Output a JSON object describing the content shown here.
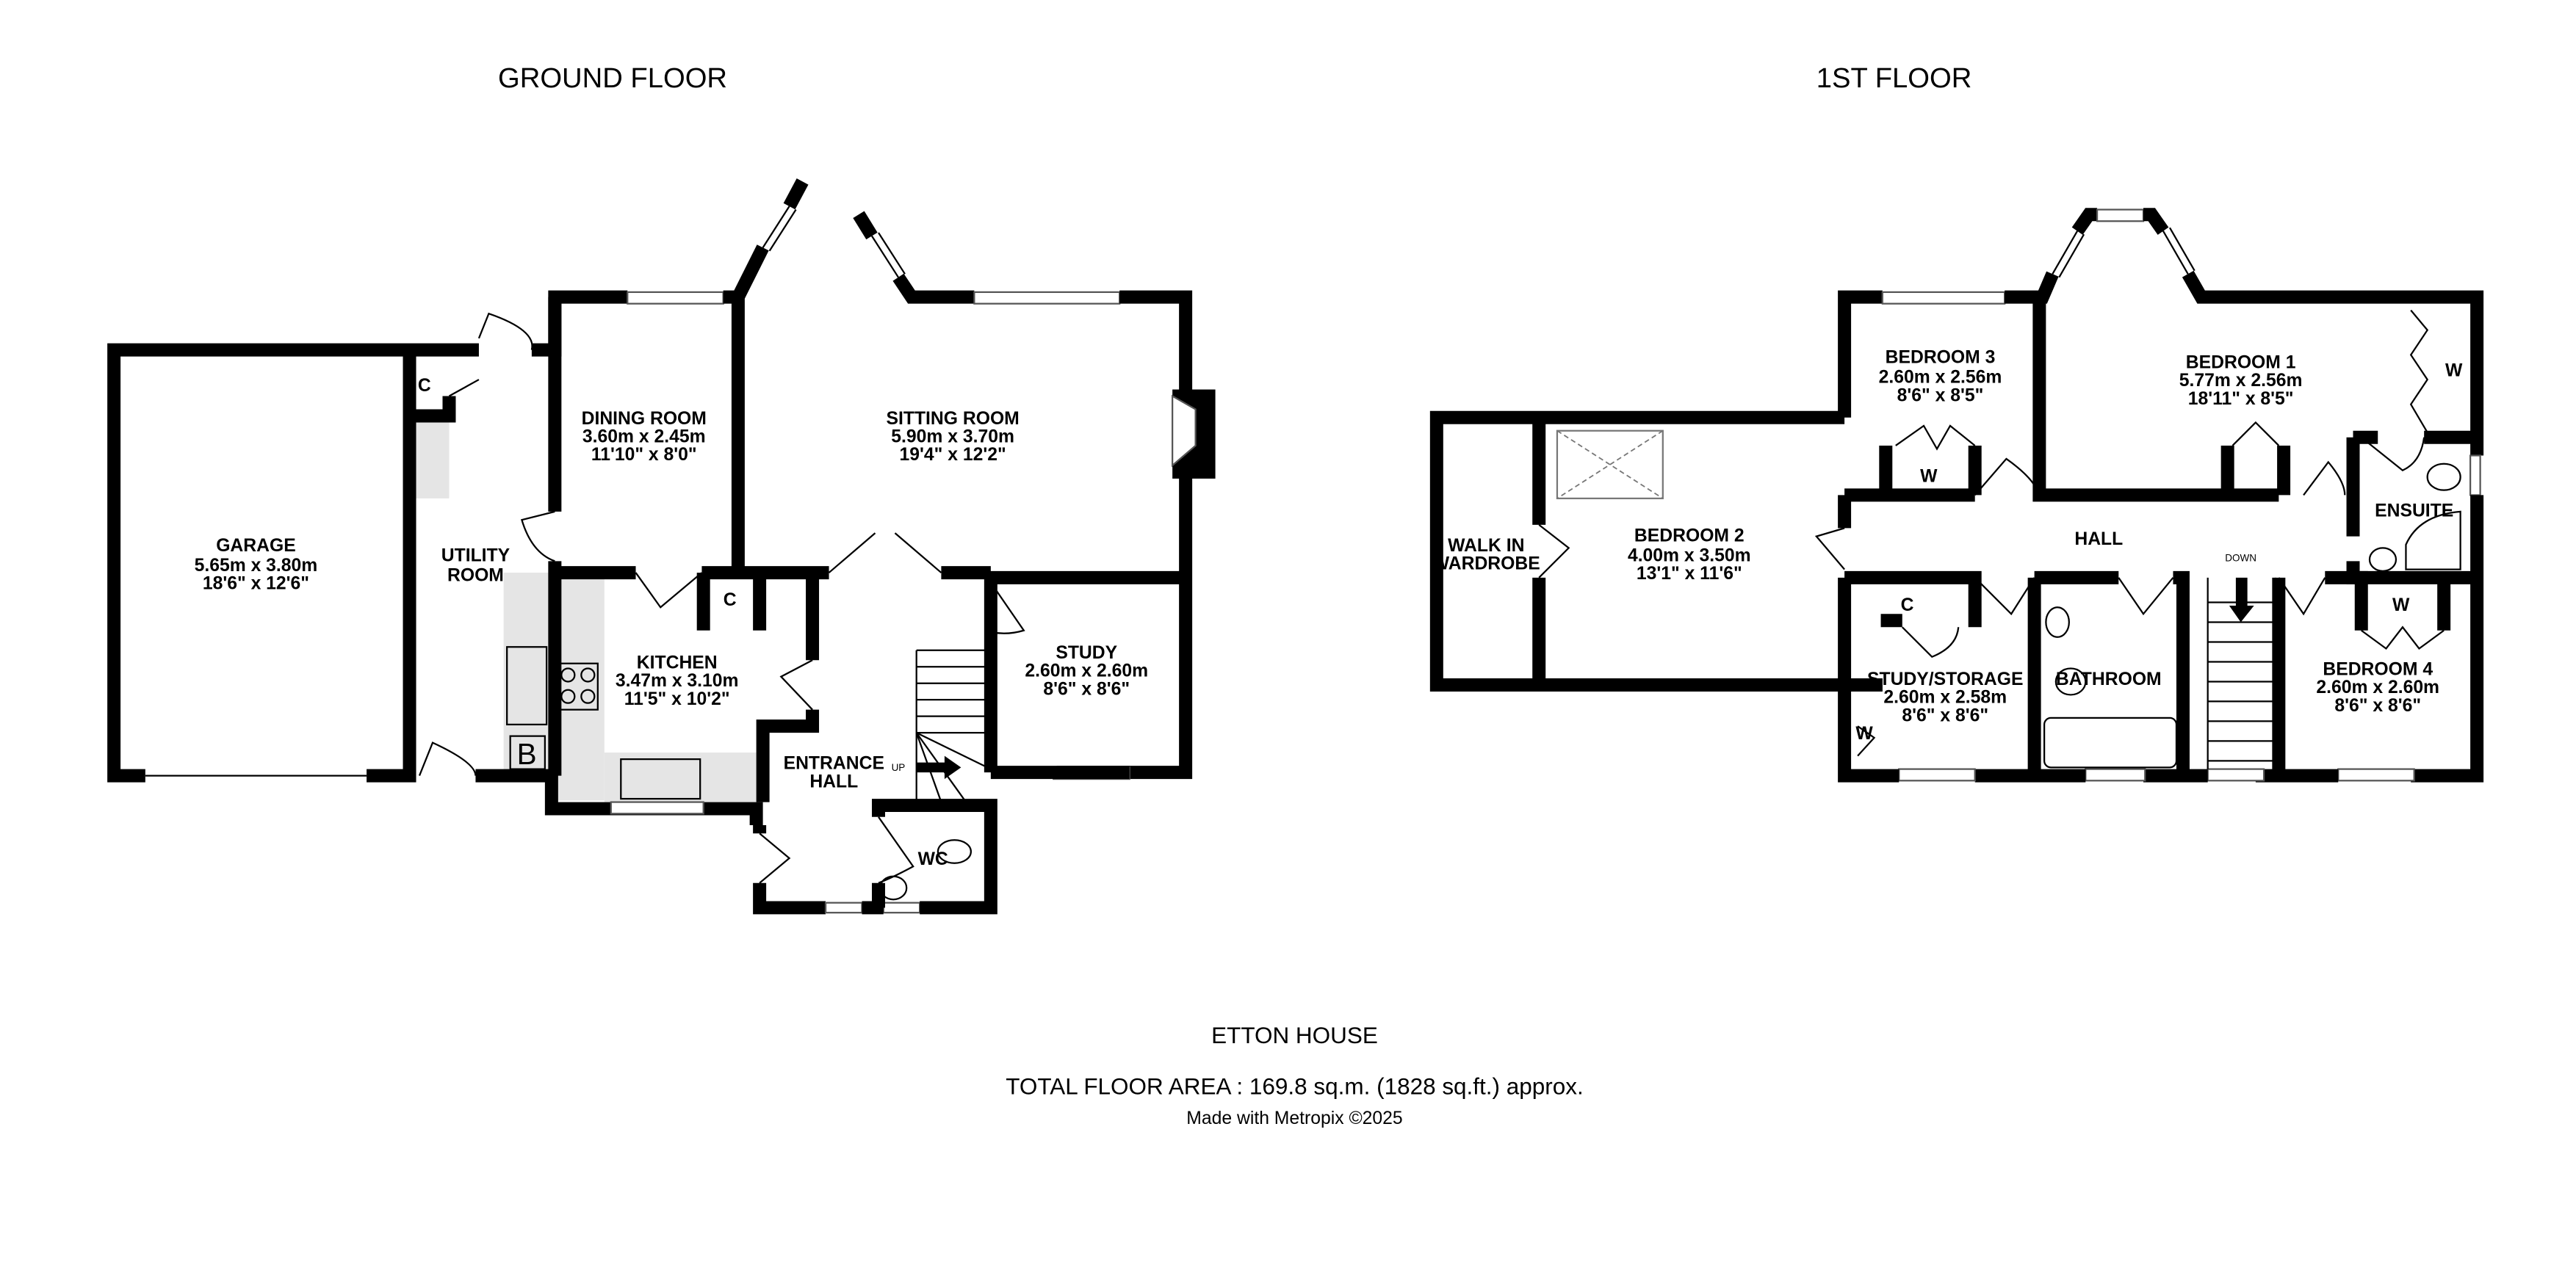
{
  "ground_floor": {
    "title": "GROUND FLOOR",
    "rooms": [
      {
        "name": "GARAGE",
        "metric": "5.65m  x 3.80m",
        "imperial": "18'6\"  x 12'6\""
      },
      {
        "name": "UTILITY",
        "name2": "ROOM"
      },
      {
        "name": "DINING ROOM",
        "metric": "3.60m  x 2.45m",
        "imperial": "11'10\"  x 8'0\""
      },
      {
        "name": "SITTING ROOM",
        "metric": "5.90m  x 3.70m",
        "imperial": "19'4\"  x 12'2\""
      },
      {
        "name": "KITCHEN",
        "metric": "3.47m  x 3.10m",
        "imperial": "11'5\"  x 10'2\""
      },
      {
        "name": "STUDY",
        "metric": "2.60m  x 2.60m",
        "imperial": "8'6\"  x 8'6\""
      },
      {
        "name": "ENTRANCE",
        "name2": "HALL"
      },
      {
        "name": "WC"
      }
    ],
    "markers": {
      "cupboard": "C",
      "boiler": "B",
      "stairs": "UP"
    }
  },
  "first_floor": {
    "title": "1ST FLOOR",
    "rooms": [
      {
        "name": "WALK IN",
        "name2": "WARDROBE"
      },
      {
        "name": "BEDROOM 2",
        "metric": "4.00m  x 3.50m",
        "imperial": "13'1\"  x 11'6\""
      },
      {
        "name": "BEDROOM 3",
        "metric": "2.60m  x 2.56m",
        "imperial": "8'6\"  x 8'5\""
      },
      {
        "name": "BEDROOM 1",
        "metric": "5.77m  x 2.56m",
        "imperial": "18'11\"  x 8'5\""
      },
      {
        "name": "ENSUITE"
      },
      {
        "name": "HALL"
      },
      {
        "name": "STUDY/STORAGE",
        "metric": "2.60m  x 2.58m",
        "imperial": "8'6\"  x 8'6\""
      },
      {
        "name": "BATHROOM"
      },
      {
        "name": "BEDROOM 4",
        "metric": "2.60m  x 2.60m",
        "imperial": "8'6\"  x 8'6\""
      }
    ],
    "markers": {
      "wardrobe": "W",
      "cupboard": "C",
      "stairs": "DOWN"
    }
  },
  "footer": {
    "property_name": "ETTON HOUSE",
    "total_area": "TOTAL FLOOR AREA : 169.8 sq.m. (1828 sq.ft.) approx.",
    "credit": "Made with Metropix ©2025"
  }
}
